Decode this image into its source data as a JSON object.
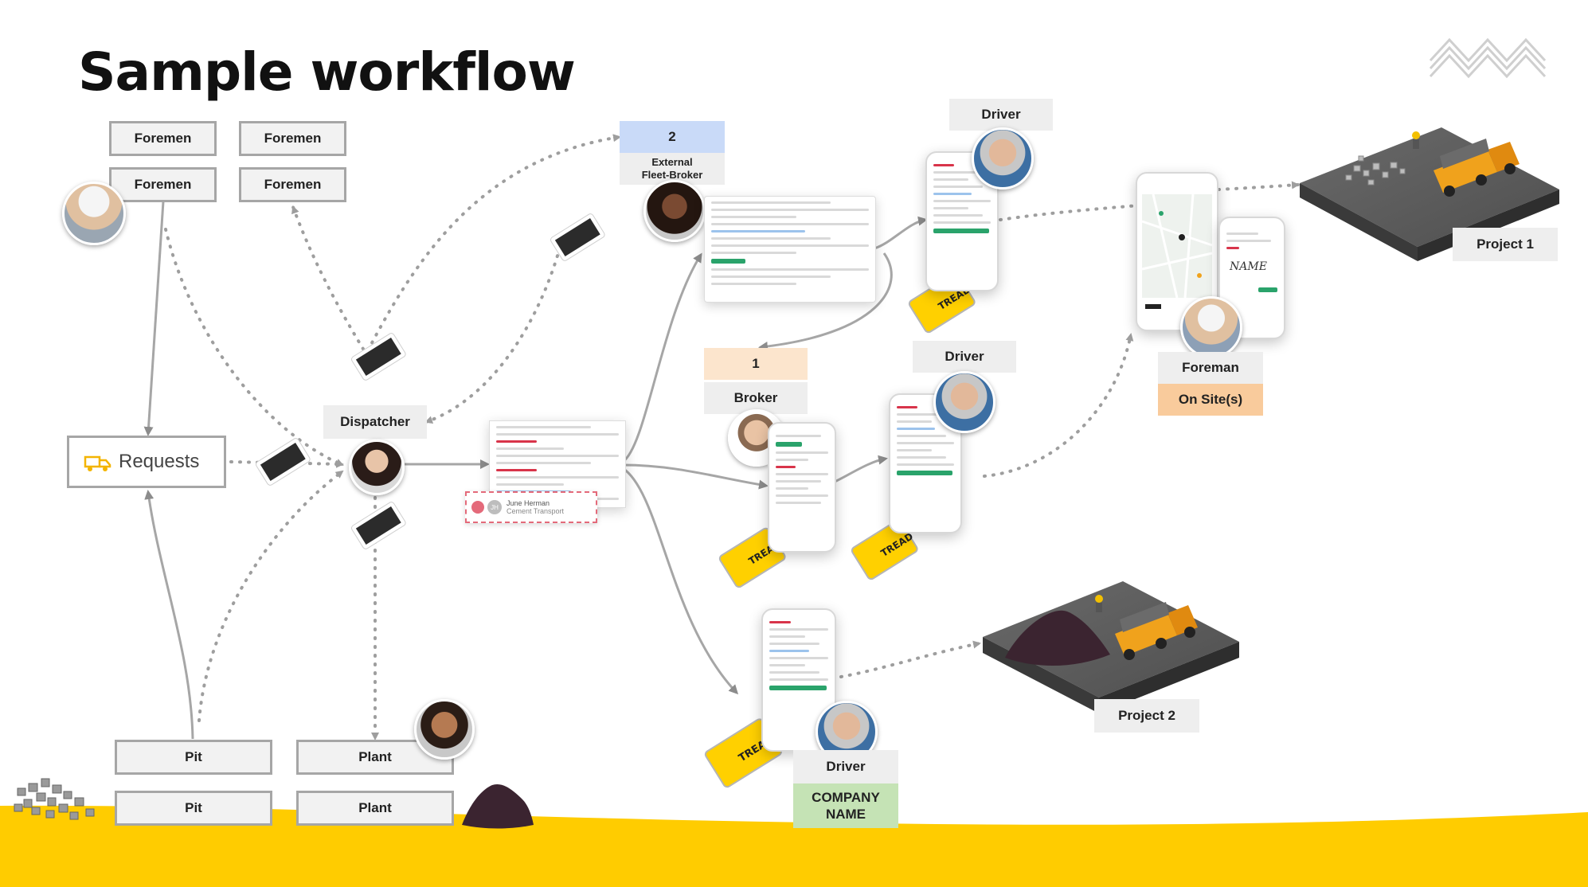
{
  "slide": {
    "title": "Sample workflow",
    "colors": {
      "accent_yellow": "#ffcc00",
      "box_border": "#a6a6a6",
      "box_fill": "#f2f2f2",
      "fleet_broker_fill": "#c9daf8",
      "broker_fill": "#fce5cd",
      "onsite_fill": "#f9cb9c",
      "company_fill": "#c5e3b5",
      "connector": "#a6a6a6",
      "dotted": "#9e9e9e"
    }
  },
  "foremen": {
    "label": "Foremen"
  },
  "requests": {
    "label": "Requests",
    "icon": "truck-icon"
  },
  "dispatcher": {
    "label": "Dispatcher"
  },
  "fleet_broker": {
    "number": "2",
    "label_line1": "External",
    "label_line2": "Fleet-Broker"
  },
  "broker": {
    "number": "1",
    "label": "Broker"
  },
  "drivers": {
    "label": "Driver"
  },
  "foreman_site": {
    "label": "Foreman",
    "sublabel": "On Site(s)"
  },
  "projects": {
    "project1": "Project 1",
    "project2": "Project 2"
  },
  "company": {
    "line1": "COMPANY",
    "line2": "NAME"
  },
  "sources": {
    "pit": "Pit",
    "plant": "Plant"
  },
  "ticket_card": {
    "initials": "JH",
    "name": "June Herman",
    "subtitle": "Cement Transport"
  },
  "brand": {
    "phone_brand": "TREAD"
  },
  "signature": {
    "text": "NAME"
  }
}
